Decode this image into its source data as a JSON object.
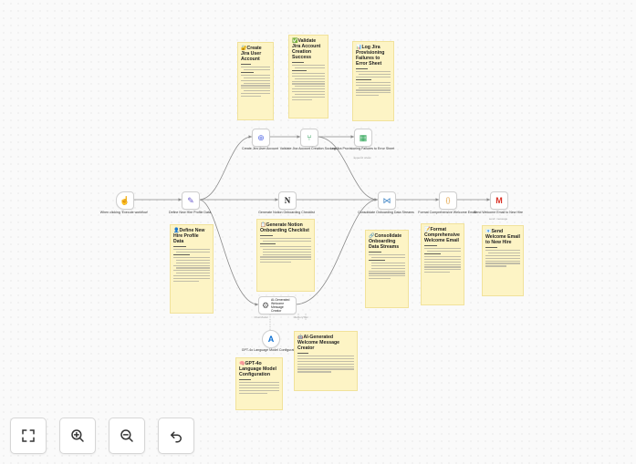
{
  "canvas": {
    "nodes": [
      {
        "id": "trigger",
        "label": "When clicking 'Execute workflow'",
        "sub": "",
        "icon": "cursor-icon",
        "glyph": "☝"
      },
      {
        "id": "define",
        "label": "Define New Hire Profile Data",
        "sub": "",
        "icon": "pencil-icon",
        "glyph": "✎"
      },
      {
        "id": "create_jira",
        "label": "Create Jira User Account",
        "sub": "",
        "icon": "globe-icon",
        "glyph": "⊕"
      },
      {
        "id": "validate_jira",
        "label": "Validate Jira Account Creation Success",
        "sub": "",
        "icon": "branch-icon",
        "glyph": "⑂"
      },
      {
        "id": "log_jira",
        "label": "Log Jira Provisioning Failures to Error Sheet",
        "sub": "append: sheet",
        "icon": "sheets-icon",
        "glyph": "▦"
      },
      {
        "id": "checklist",
        "label": "Generate Notion Onboarding Checklist",
        "sub": "",
        "icon": "notion-icon",
        "glyph": "N"
      },
      {
        "id": "consolidate",
        "label": "Consolidate Onboarding Data Streams",
        "sub": "",
        "icon": "merge-icon",
        "glyph": "⋈"
      },
      {
        "id": "format",
        "label": "Format Comprehensive Welcome Email",
        "sub": "",
        "icon": "code-icon",
        "glyph": "{}"
      },
      {
        "id": "send",
        "label": "Send Welcome Email to New Hire",
        "sub": "send: message",
        "icon": "gmail-icon",
        "glyph": "M"
      },
      {
        "id": "agent",
        "label": "AI-Generated Welcome Message Creator",
        "sub": "",
        "icon": "robot-icon",
        "glyph": "⚙"
      },
      {
        "id": "gpt",
        "label": "GPT-4o Language Model Configuration",
        "sub": "",
        "icon": "azure-icon",
        "glyph": "A"
      }
    ],
    "notes": [
      {
        "id": "n_create",
        "emoji": "🔐",
        "title": "Create Jira User Account",
        "lines": 14
      },
      {
        "id": "n_validate",
        "emoji": "✅",
        "title": "Validate Jira Account Creation Success",
        "lines": 16
      },
      {
        "id": "n_log",
        "emoji": "📊",
        "title": "Log Jira Provisioning Failures to Error Sheet",
        "lines": 13
      },
      {
        "id": "n_define",
        "emoji": "👤",
        "title": "Define New Hire Profile Data",
        "lines": 16
      },
      {
        "id": "n_notion",
        "emoji": "📋",
        "title": "Generate Notion Onboarding Checklist",
        "lines": 15
      },
      {
        "id": "n_consolidate",
        "emoji": "🔗",
        "title": "Consolidate Onboarding Data Streams",
        "lines": 15
      },
      {
        "id": "n_format",
        "emoji": "📝",
        "title": "Format Comprehensive Welcome Email",
        "lines": 14
      },
      {
        "id": "n_send",
        "emoji": "📧",
        "title": "Send Welcome Email to New Hire",
        "lines": 12
      },
      {
        "id": "n_ai",
        "emoji": "🤖",
        "title": "AI-Generated Welcome Message Creator",
        "lines": 13
      },
      {
        "id": "n_gpt",
        "emoji": "🧠",
        "title": "GPT-4o Language Model Configuration",
        "lines": 8
      }
    ],
    "agent_ports": [
      "Chat Model",
      "Memory",
      "Tool"
    ]
  },
  "controls": [
    {
      "id": "fit",
      "icon": "fit-view-icon"
    },
    {
      "id": "zoom_in",
      "icon": "zoom-in-icon"
    },
    {
      "id": "zoom_out",
      "icon": "zoom-out-icon"
    },
    {
      "id": "undo",
      "icon": "undo-icon"
    }
  ]
}
